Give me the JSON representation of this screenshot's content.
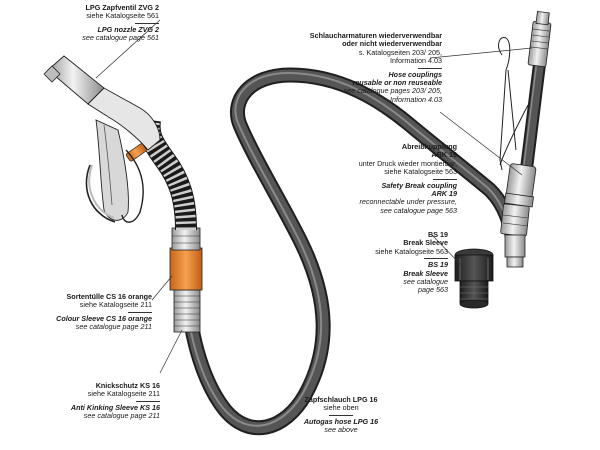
{
  "labels": {
    "nozzle": {
      "de_title": "LPG Zapfventil ZVG 2",
      "de_ref": "siehe Katalogseite 561",
      "en_title": "LPG nozzle ZVG 2",
      "en_ref": "see catalogue page 561"
    },
    "hose_couplings": {
      "de_title_1": "Schlaucharmaturen wiederverwendbar",
      "de_title_2": "oder nicht wiederverwendbar",
      "de_ref_1": "s. Katalogseiten 203/ 205,",
      "de_ref_2": "Information 4.03",
      "en_title_1": "Hose couplings",
      "en_title_2": "reusable or non reuseable",
      "en_ref_1": "see catalogue pages 203/ 205,",
      "en_ref_2": "Information 4.03"
    },
    "safety_break": {
      "de_title_1": "Abreißkupplung",
      "de_title_2": "ARK 19",
      "de_ref_1": "unter Druck wieder montierbar,",
      "de_ref_2": "siehe Katalogseite 563",
      "en_title_1": "Safety Break coupling",
      "en_title_2": "ARK 19",
      "en_ref_1": "reconnectable under pressure,",
      "en_ref_2": "see catalogue page 563"
    },
    "break_sleeve": {
      "de_title_1": "BS 19",
      "de_title_2": "Break Sleeve",
      "de_ref": "siehe Katalogseite 563",
      "en_title_1": "BS 19",
      "en_title_2": "Break Sleeve",
      "en_ref_1": "see catalogue",
      "en_ref_2": "page 563"
    },
    "colour_sleeve": {
      "de_title": "Sortentülle CS 16 orange",
      "de_ref": "siehe Katalogseite 211",
      "en_title": "Colour Sleeve CS 16 orange",
      "en_ref": "see catalogue page 211"
    },
    "kinking": {
      "de_title": "Knickschutz KS 16",
      "de_ref": "siehe Katalogseite 211",
      "en_title": "Anti Kinking Sleeve KS 16",
      "en_ref": "see catalogue page 211"
    },
    "hose": {
      "de_title": "Zapfschlauch LPG 16",
      "de_ref": "siehe oben",
      "en_title": "Autogas hose LPG 16",
      "en_ref": "see above"
    }
  },
  "colors": {
    "hose": "#4a4a4a",
    "hose_highlight": "#7a7a7a",
    "orange": "#e8832a",
    "metal": "#d8d8d8",
    "outline": "#222222"
  }
}
